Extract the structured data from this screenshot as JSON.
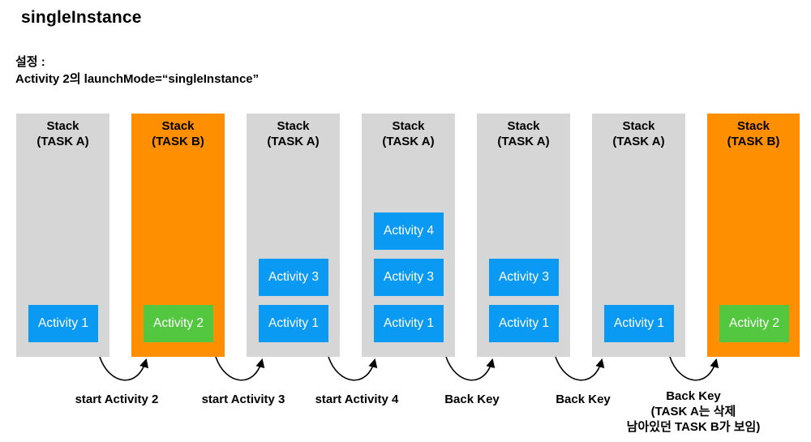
{
  "title": "singleInstance",
  "setting": {
    "line1": "설정 :",
    "line2": "Activity 2의 launchMode=“singleInstance”"
  },
  "colors": {
    "task_a": "#d6d6d6",
    "task_b": "#fe8f00",
    "activity_blue": "#0a99f3",
    "activity_green": "#52c73f"
  },
  "stacks": [
    {
      "label1": "Stack",
      "label2": "(TASK A)",
      "task": "A",
      "activities": [
        "Activity 1"
      ]
    },
    {
      "label1": "Stack",
      "label2": "(TASK B)",
      "task": "B",
      "activities": [
        "Activity 2"
      ]
    },
    {
      "label1": "Stack",
      "label2": "(TASK A)",
      "task": "A",
      "activities": [
        "Activity 3",
        "Activity 1"
      ]
    },
    {
      "label1": "Stack",
      "label2": "(TASK A)",
      "task": "A",
      "activities": [
        "Activity 4",
        "Activity 3",
        "Activity 1"
      ]
    },
    {
      "label1": "Stack",
      "label2": "(TASK A)",
      "task": "A",
      "activities": [
        "Activity 3",
        "Activity 1"
      ]
    },
    {
      "label1": "Stack",
      "label2": "(TASK A)",
      "task": "A",
      "activities": [
        "Activity 1"
      ]
    },
    {
      "label1": "Stack",
      "label2": "(TASK B)",
      "task": "B",
      "activities": [
        "Activity 2"
      ]
    }
  ],
  "transitions": [
    {
      "lines": [
        "start Activity 2"
      ]
    },
    {
      "lines": [
        "start Activity 3"
      ]
    },
    {
      "lines": [
        "start Activity 4"
      ]
    },
    {
      "lines": [
        "Back Key"
      ]
    },
    {
      "lines": [
        "Back Key"
      ]
    },
    {
      "lines": [
        "Back Key",
        "(TASK A는 삭제",
        "남아있던 TASK B가 보임)"
      ]
    }
  ]
}
